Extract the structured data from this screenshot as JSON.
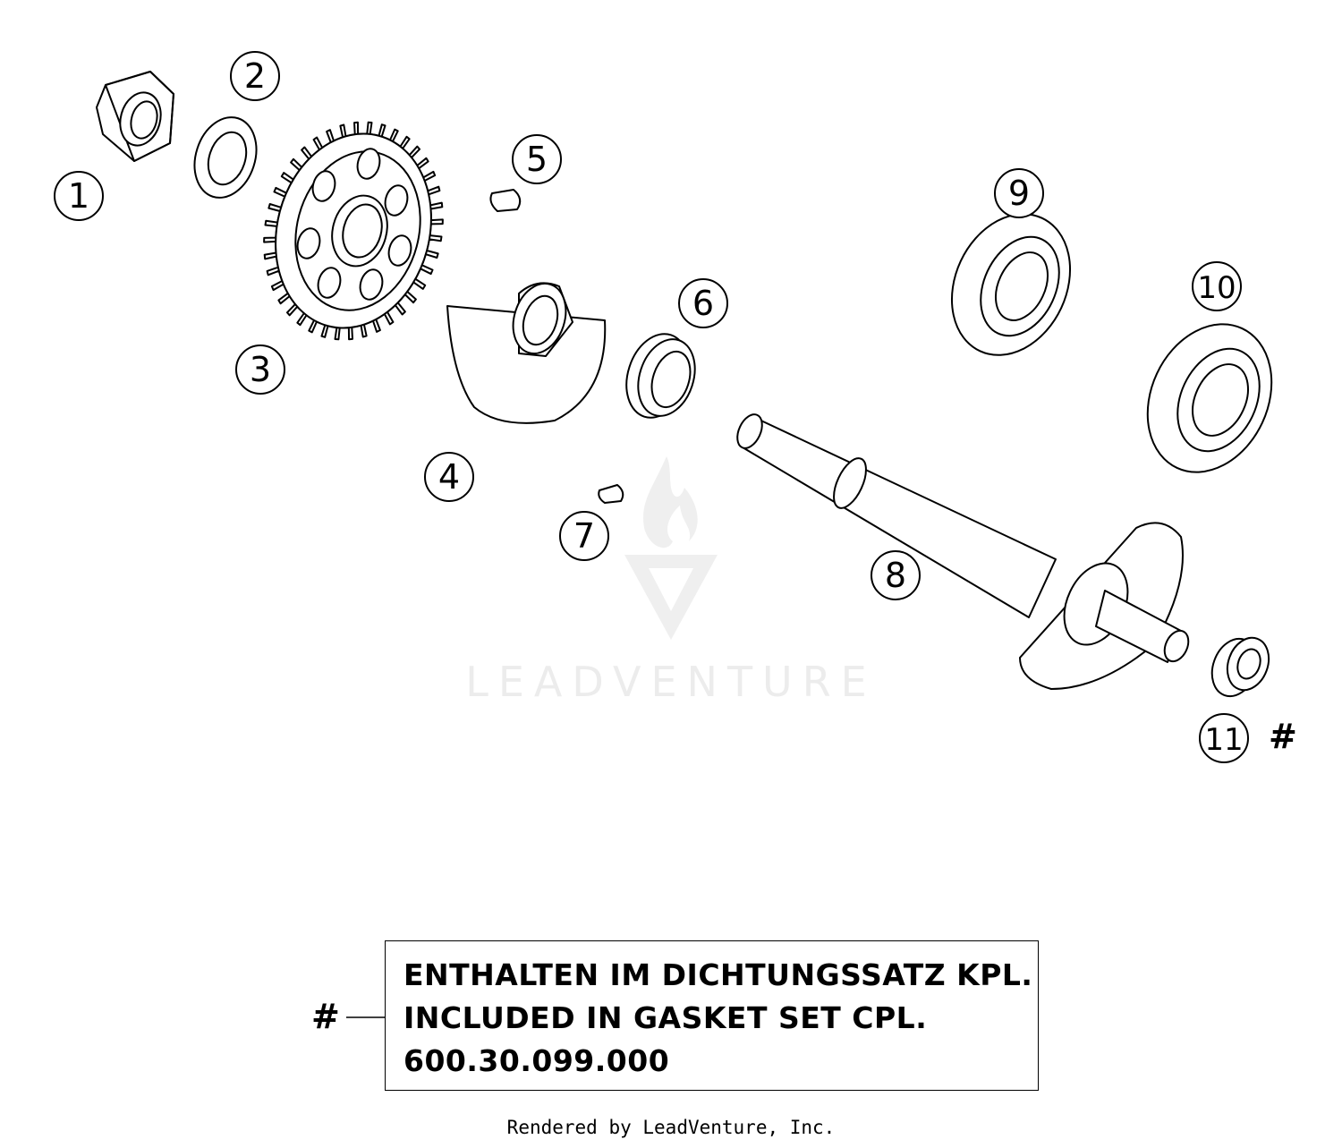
{
  "watermark": {
    "text": "LEADVENTURE"
  },
  "callouts": [
    {
      "id": 1,
      "label": "1"
    },
    {
      "id": 2,
      "label": "2"
    },
    {
      "id": 3,
      "label": "3"
    },
    {
      "id": 4,
      "label": "4"
    },
    {
      "id": 5,
      "label": "5"
    },
    {
      "id": 6,
      "label": "6"
    },
    {
      "id": 7,
      "label": "7"
    },
    {
      "id": 8,
      "label": "8"
    },
    {
      "id": 9,
      "label": "9"
    },
    {
      "id": 10,
      "label": "10"
    },
    {
      "id": 11,
      "label": "11",
      "marker": "#"
    }
  ],
  "legend": {
    "marker": "#",
    "line1": "ENTHALTEN IM DICHTUNGSSATZ KPL.",
    "line2": "INCLUDED IN GASKET SET CPL.",
    "line3": "600.30.099.000"
  },
  "footer": "Rendered by LeadVenture, Inc."
}
